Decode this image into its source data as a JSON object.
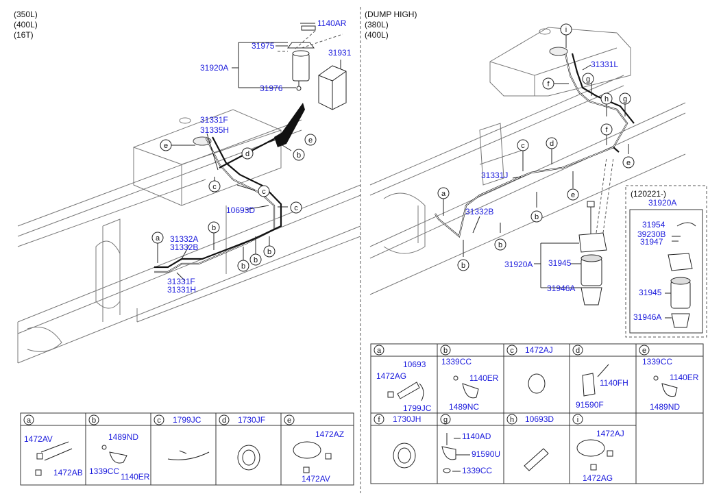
{
  "left_panel": {
    "notes": [
      "(350L)",
      "(400L)",
      "(16T)"
    ],
    "labels": {
      "p1140AR": "1140AR",
      "p31975": "31975",
      "p31931": "31931",
      "p31920A": "31920A",
      "p31976": "31976",
      "p31331F_top": "31331F",
      "p31335H": "31335H",
      "p10693D": "10693D",
      "p31332A": "31332A",
      "p31332B": "31332B",
      "p31331F_bot": "31331F",
      "p31331H": "31331H"
    }
  },
  "right_panel": {
    "notes": [
      "(DUMP HIGH)",
      "(380L)",
      "(400L)"
    ],
    "labels": {
      "p31331L": "31331L",
      "p31331J": "31331J",
      "p31332B": "31332B",
      "p31920A": "31920A",
      "p31945": "31945",
      "p31946A": "31946A"
    },
    "inset": {
      "date": "(120221-)",
      "title": "31920A",
      "labels": {
        "p31954": "31954",
        "p39230B": "39230B",
        "p31947": "31947",
        "p31945": "31945",
        "p31946A": "31946A"
      }
    }
  },
  "callouts": {
    "a": "a",
    "b": "b",
    "c": "c",
    "d": "d",
    "e": "e",
    "f": "f",
    "g": "g",
    "h": "h",
    "i": "i"
  },
  "left_table": {
    "cells": [
      {
        "key": "a",
        "header": "",
        "parts": [
          "1472AV",
          "1472AB"
        ]
      },
      {
        "key": "b",
        "header": "",
        "parts": [
          "1489ND",
          "1339CC",
          "1140ER"
        ]
      },
      {
        "key": "c",
        "header": "1799JC",
        "parts": []
      },
      {
        "key": "d",
        "header": "1730JF",
        "parts": []
      },
      {
        "key": "e",
        "header": "",
        "parts": [
          "1472AZ",
          "1472AV"
        ]
      }
    ]
  },
  "right_table": {
    "row1": [
      {
        "key": "a",
        "header": "",
        "parts": [
          "10693",
          "1472AG",
          "1799JC"
        ]
      },
      {
        "key": "b",
        "header": "",
        "parts": [
          "1339CC",
          "1140ER",
          "1489NC"
        ]
      },
      {
        "key": "c",
        "header": "1472AJ",
        "parts": []
      },
      {
        "key": "d",
        "header": "",
        "parts": [
          "1140FH",
          "91590F"
        ]
      },
      {
        "key": "e",
        "header": "",
        "parts": [
          "1339CC",
          "1140ER",
          "1489ND"
        ]
      }
    ],
    "row2": [
      {
        "key": "f",
        "header": "1730JH",
        "parts": []
      },
      {
        "key": "g",
        "header": "",
        "parts": [
          "1140AD",
          "91590U",
          "1339CC"
        ]
      },
      {
        "key": "h",
        "header": "10693D",
        "parts": []
      },
      {
        "key": "i",
        "header": "",
        "parts": [
          "1472AJ",
          "1472AG"
        ]
      }
    ]
  }
}
